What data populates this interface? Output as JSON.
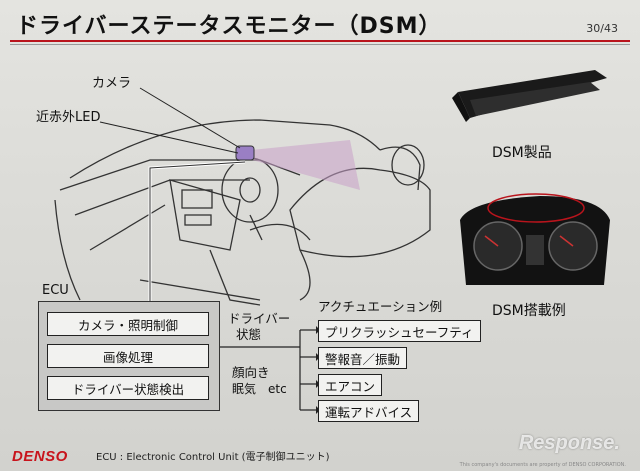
{
  "slide": {
    "title": "ドライバーステータスモニター（DSM）",
    "page_number": "30/43"
  },
  "illustration": {
    "camera_label": "カメラ",
    "nir_led_label": "近赤外LED",
    "product_label": "DSM製品",
    "installed_label": "DSM搭載例"
  },
  "ecu": {
    "title": "ECU",
    "items": [
      "カメラ・照明制御",
      "画像処理",
      "ドライバー状態検出"
    ]
  },
  "flow": {
    "driver_state_line1": "ドライバー",
    "driver_state_line2": "状態",
    "face_line1": "顔向き",
    "face_line2": "眠気　etc",
    "actuation_header": "アクチュエーション例",
    "actions": [
      "プリクラッシュセーフティ",
      "警報音／振動",
      "エアコン",
      "運転アドバイス"
    ]
  },
  "footer": {
    "brand": "DENSO",
    "ecu_note": "ECU : Electronic Control Unit (電子制御ユニット)",
    "watermark": "Response.",
    "fine_print": "This company's documents are property of DENSO CORPORATION."
  },
  "colors": {
    "accent_red": "#b9141c",
    "brand_red": "#c8141c",
    "camera_beam": "#c8a0c8",
    "camera_body": "#9a7fc4"
  }
}
